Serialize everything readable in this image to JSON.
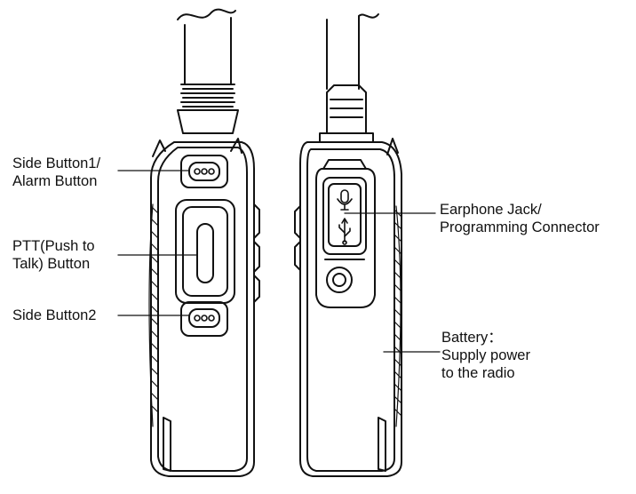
{
  "labels": {
    "side_button_1": [
      "Side Button1/",
      "Alarm Button"
    ],
    "ptt_button": [
      "PTT(Push to",
      "Talk) Button"
    ],
    "side_button_2": [
      "Side Button2"
    ],
    "earphone_jack": [
      "Earphone Jack/",
      "Programming Connector"
    ],
    "battery": [
      "Battery：",
      "Supply power",
      "to the radio"
    ]
  },
  "icons": {
    "port_cover_top": "microphone-icon",
    "port_cover_bottom": "usb-icon"
  },
  "colors": {
    "line": "#111111",
    "background": "#ffffff"
  }
}
